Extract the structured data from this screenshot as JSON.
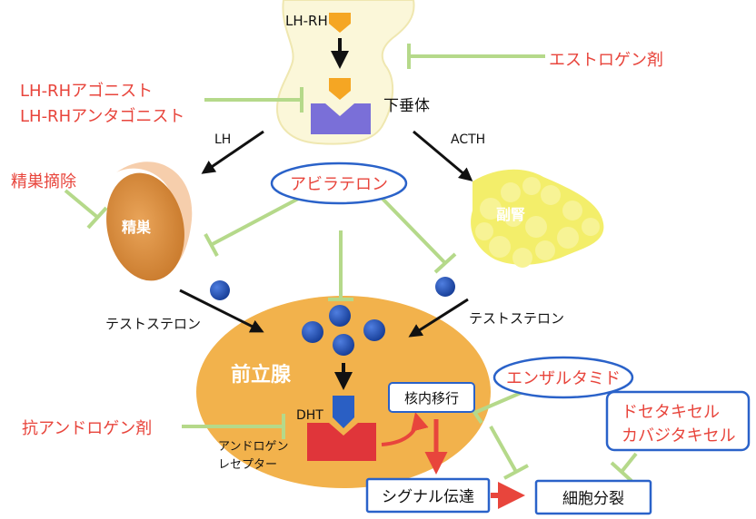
{
  "labels": {
    "lhrh": "LH-RH",
    "estrogen": "エストロゲン剤",
    "agonist": "LH-RHアゴニスト",
    "antagonist": "LH-RHアンタゴニスト",
    "pituitary": "下垂体",
    "lh": "LH",
    "acth": "ACTH",
    "orchiectomy": "精巣摘除",
    "testis": "精巣",
    "abiraterone": "アビラテロン",
    "adrenal": "副腎",
    "testosterone_left": "テストステロン",
    "testosterone_right": "テストステロン",
    "prostate": "前立腺",
    "enzalutamide": "エンザルタミド",
    "dht": "DHT",
    "nuclear": "核内移行",
    "docetaxel": "ドセタキセル",
    "cabazitaxel": "カバジタキセル",
    "antiandrogen": "抗アンドロゲン剤",
    "receptor_line1": "アンドロゲン",
    "receptor_line2": "レセプター",
    "signal": "シグナル伝達",
    "division": "細胞分裂"
  },
  "colors": {
    "drug_red": "#e8453c",
    "inhibit_green": "#b5d98a",
    "prostate_orange": "#f2b24c",
    "testis_brown": "#d98a3c",
    "adrenal_yellow": "#f3ee6a",
    "molecule_blue": "#1f4fb4",
    "receptor_purple": "#7a6fd8",
    "receptor_red": "#e0353a",
    "arrow_black": "#111111"
  }
}
